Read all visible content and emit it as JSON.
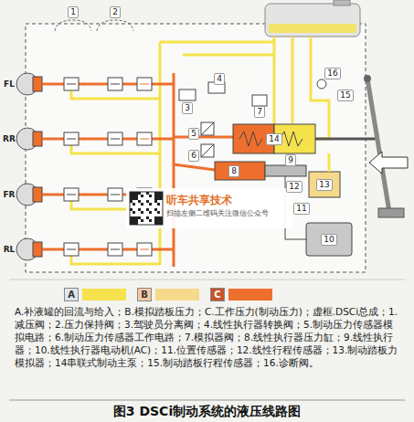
{
  "diagram": {
    "caption": "图3 DSCi制动系统的液压线路图",
    "nodes": [
      {
        "text": [
          "听车共享技术",
          "扫描左侧二维码关注微信公众号"
        ]
      }
    ],
    "labels": [
      "1",
      "2",
      "FL",
      "RR",
      "FR",
      "RL",
      "3",
      "4",
      "5",
      "6",
      "7",
      "8",
      "9",
      "11",
      "12",
      "13",
      "14",
      "15",
      "16",
      "10",
      "A.补液罐的回流与给入；B.模拟踏板压力；C.工作压力(制动压力)；虚框.DSCi总成；1.减压阀；2.压力保持阀；3.驾驶员分离阀；4.线性执行器转换阀；5.制动压力传感器模拟电路；6.制动压力传感器工作电路；7.模拟器阀；8.线性执行器压力缸；9.线性执行器；10.线性执行器电动机(AC)；11.位置传感器；12.线性行程传感器；13.制动踏板力模拟器；14串联式制动主泵；15.制动踏板行程传感器；16.诊断阀。"
    ],
    "legend": [
      {
        "text": "A",
        "color": "#f5e24c"
      },
      {
        "text": "B",
        "color": "#f6d98a"
      },
      {
        "text": "C",
        "color": "#ee6f2d"
      }
    ]
  }
}
